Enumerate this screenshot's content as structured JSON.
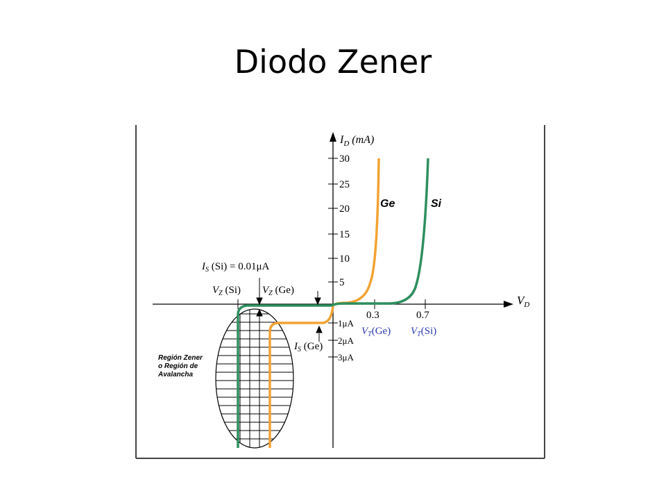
{
  "slide": {
    "title": "Diodo Zener"
  },
  "diagram": {
    "axis_y_label": "I",
    "axis_y_sub": "D",
    "axis_y_unit": " (mA)",
    "axis_x_label": "V",
    "axis_x_sub": "D",
    "y_ticks": [
      "30",
      "25",
      "20",
      "15",
      "10",
      "5"
    ],
    "neg_ticks": [
      "1μA",
      "2μA",
      "3μA"
    ],
    "ge_label": "Ge",
    "si_label": "Si",
    "vt_ge_value": "0.3",
    "vt_si_value": "0.7",
    "vt_ge": {
      "main": "V",
      "sub": "T",
      "rest": "(Ge)"
    },
    "vt_si": {
      "main": "V",
      "sub": "T",
      "rest": "(Si)"
    },
    "is_si": {
      "main": "I",
      "sub": "S",
      "rest": " (Si) = 0.01μA"
    },
    "vz_si": {
      "main": "V",
      "sub": "Z",
      "rest": " (Si)"
    },
    "vz_ge": {
      "main": "V",
      "sub": "Z",
      "rest": " (Ge)"
    },
    "is_ge": {
      "main": "I",
      "sub": "S",
      "rest": " (Ge)"
    },
    "zener_region": [
      "Región Zener",
      "o Región de",
      "Avalancha"
    ],
    "colors": {
      "ge": "#f2a233",
      "si": "#2e8f5e",
      "blue": "#2a3bb0",
      "axis": "#000000"
    }
  }
}
